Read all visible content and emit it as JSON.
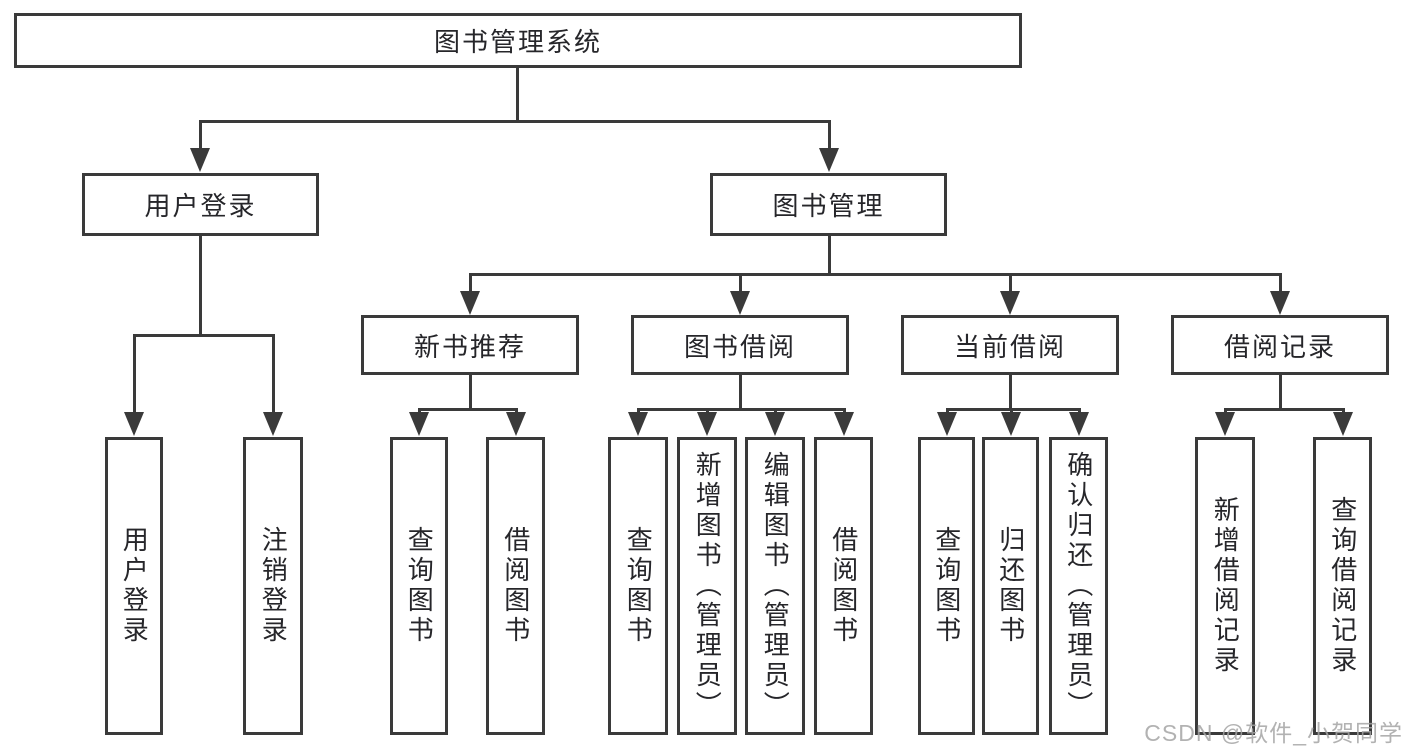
{
  "diagram": {
    "type": "hierarchy-tree",
    "root": {
      "label": "图书管理系统"
    },
    "branches": [
      {
        "label": "用户登录",
        "children": [
          {
            "label": "用户登录"
          },
          {
            "label": "注销登录"
          }
        ]
      },
      {
        "label": "图书管理",
        "children": [
          {
            "label": "新书推荐",
            "children": [
              {
                "label": "查询图书"
              },
              {
                "label": "借阅图书"
              }
            ]
          },
          {
            "label": "图书借阅",
            "children": [
              {
                "label": "查询图书"
              },
              {
                "label": "新增图书（管理员）"
              },
              {
                "label": "编辑图书（管理员）"
              },
              {
                "label": "借阅图书"
              }
            ]
          },
          {
            "label": "当前借阅",
            "children": [
              {
                "label": "查询图书"
              },
              {
                "label": "归还图书"
              },
              {
                "label": "确认归还（管理员）"
              }
            ]
          },
          {
            "label": "借阅记录",
            "children": [
              {
                "label": "新增借阅记录"
              },
              {
                "label": "查询借阅记录"
              }
            ]
          }
        ]
      }
    ]
  },
  "watermark": {
    "text": "CSDN @软件_小贺同学"
  },
  "colors": {
    "line": "#3a3a3a",
    "box_border": "#3a3a3a",
    "text": "#26262a",
    "watermark": "#a5a5a5",
    "background": "#ffffff"
  }
}
